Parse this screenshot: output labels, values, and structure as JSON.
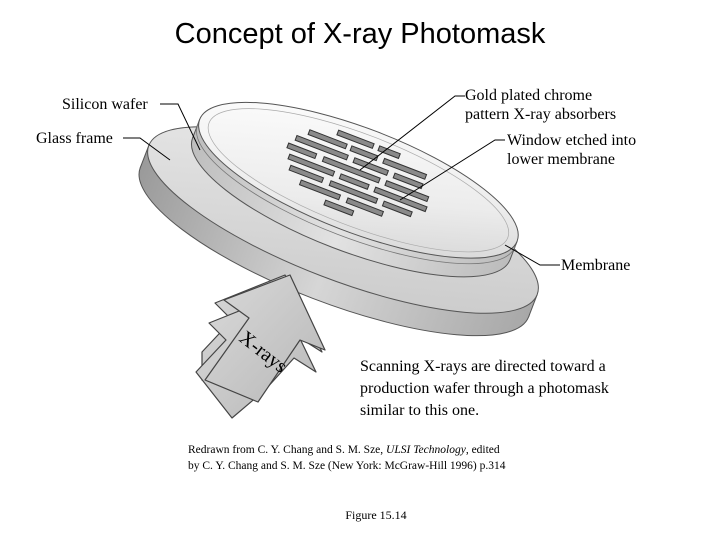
{
  "title": "Concept of X-ray Photomask",
  "labels": {
    "silicon_wafer": "Silicon wafer",
    "glass_frame": "Glass frame",
    "gold_plated_line1": "Gold plated chrome",
    "gold_plated_line2": "pattern X-ray absorbers",
    "window_line1": "Window etched into",
    "window_line2": "lower membrane",
    "membrane": "Membrane",
    "xrays": "X-rays"
  },
  "description": {
    "line1": "Scanning X-rays are directed toward a",
    "line2": "production wafer through a photomask",
    "line3": "similar to this one."
  },
  "credit": {
    "prefix": "Redrawn from C. Y. Chang and S. M. Sze, ",
    "book": "ULSI Technology",
    "suffix": ", edited",
    "line2": "by C. Y. Chang and S. M. Sze (New York: McGraw-Hill 1996) p.314"
  },
  "figure_label": "Figure 15.14"
}
